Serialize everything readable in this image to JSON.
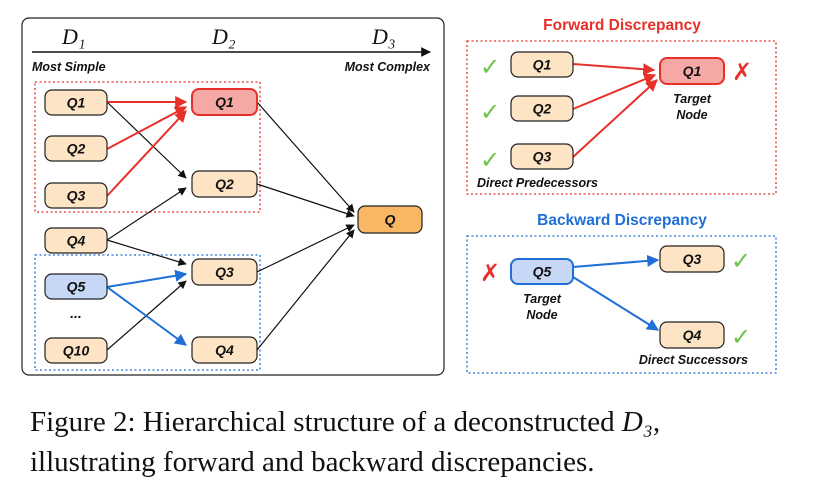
{
  "axis": {
    "d1": "D₁",
    "d2": "D₂",
    "d3": "D₃",
    "left_label": "Most Simple",
    "right_label": "Most Complex"
  },
  "main_nodes": {
    "q1_left": "Q1",
    "q2_left": "Q2",
    "q3_left": "Q3",
    "q4_left": "Q4",
    "q5_left": "Q5",
    "ellipsis": "...",
    "q10_left": "Q10",
    "q1_mid": "Q1",
    "q2_mid": "Q2",
    "q3_mid": "Q3",
    "q4_mid": "Q4",
    "q_final": "Q"
  },
  "forward": {
    "title": "Forward Discrepancy",
    "nodes": [
      "Q1",
      "Q2",
      "Q3"
    ],
    "target": "Q1",
    "target_label_1": "Target",
    "target_label_2": "Node",
    "footer": "Direct Predecessors"
  },
  "backward": {
    "title": "Backward Discrepancy",
    "source": "Q5",
    "target_label_1": "Target",
    "target_label_2": "Node",
    "successors": [
      "Q3",
      "Q4"
    ],
    "footer": "Direct Successors"
  },
  "marks": {
    "check": "✓",
    "cross": "✗"
  },
  "caption": {
    "line1_prefix": "Figure 2: Hierarchical structure of a deconstructed ",
    "line1_math": "D₃",
    "line1_suffix": ",",
    "line2": "illustrating forward and backward discrepancies."
  },
  "colors": {
    "red": "#e8302a",
    "blue": "#1f6fd6",
    "green": "#6cc24a",
    "node_fill": "#fde4c4",
    "node_red_fill": "#f6a8a4",
    "node_blue_fill": "#c7d8f6",
    "node_final_fill": "#f9b764",
    "border": "#222222"
  }
}
